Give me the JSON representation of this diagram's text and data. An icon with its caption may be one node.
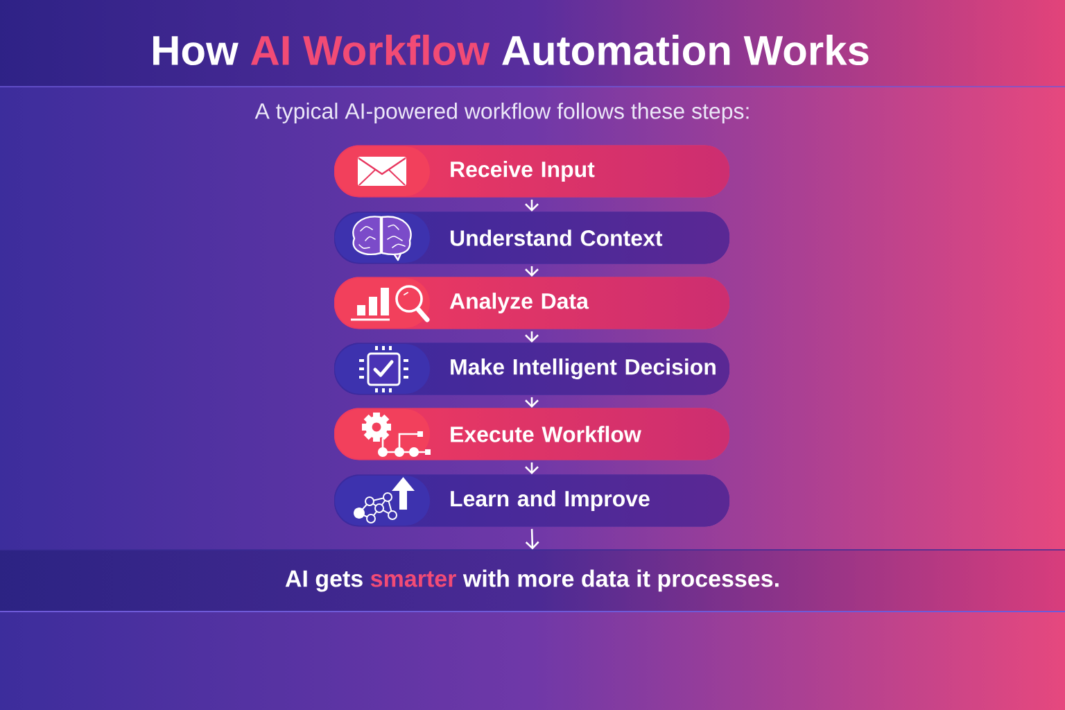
{
  "diagram": {
    "title": "How **AI Workflow** Automation Works",
    "nodes": [
      {
        "text": [
          "Receive Input"
        ]
      },
      {
        "text": [
          "Understand Context"
        ]
      },
      {
        "text": [
          "Analyze Data"
        ]
      },
      {
        "text": [
          "Make Intelligent Decision"
        ]
      },
      {
        "text": [
          "Execute Workflow"
        ]
      },
      {
        "text": [
          "Learn and Improve"
        ]
      },
      {
        "text": [
          "AI gets **smarter** with more data it processes."
        ]
      }
    ],
    "edges": [
      {
        "from": 0,
        "to": 1,
        "arrow": "to"
      },
      {
        "from": 1,
        "to": 2,
        "arrow": "to"
      },
      {
        "from": 2,
        "to": 3,
        "arrow": "to"
      },
      {
        "from": 3,
        "to": 4,
        "arrow": "to"
      },
      {
        "from": 4,
        "to": 5,
        "arrow": "to"
      },
      {
        "from": 5,
        "to": 6,
        "arrow": "to"
      }
    ],
    "labels": [
      "A typical AI-powered workflow follows these steps:"
    ]
  }
}
